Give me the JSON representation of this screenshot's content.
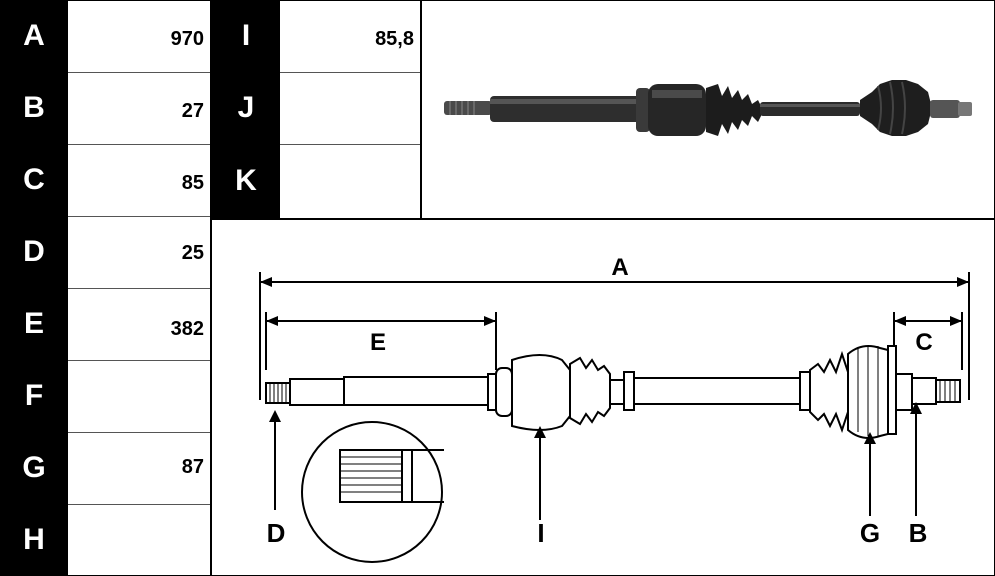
{
  "left_table": [
    {
      "label": "A",
      "value": "970"
    },
    {
      "label": "B",
      "value": "27"
    },
    {
      "label": "C",
      "value": "85"
    },
    {
      "label": "D",
      "value": "25"
    },
    {
      "label": "E",
      "value": "382"
    },
    {
      "label": "F",
      "value": ""
    },
    {
      "label": "G",
      "value": "87"
    },
    {
      "label": "H",
      "value": ""
    }
  ],
  "right_table": [
    {
      "label": "I",
      "value": "85,8"
    },
    {
      "label": "J",
      "value": ""
    },
    {
      "label": "K",
      "value": ""
    }
  ],
  "diagram": {
    "label_a": "A",
    "label_e": "E",
    "label_c": "C",
    "label_d": "D",
    "label_i": "I",
    "label_g": "G",
    "label_b": "B"
  }
}
